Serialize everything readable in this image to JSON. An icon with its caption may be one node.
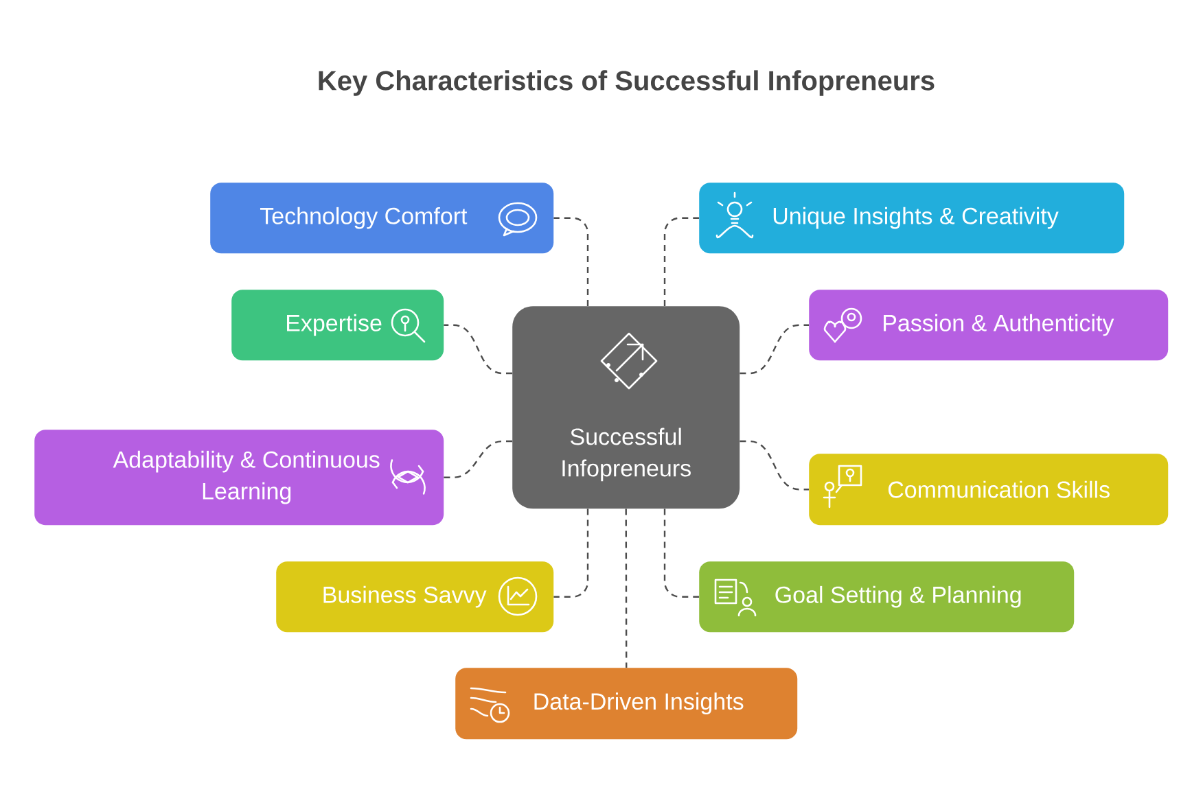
{
  "diagram": {
    "title": "Key Characteristics of Successful Infopreneurs",
    "nodes": [
      {
        "text": [
          "Successful Infopreneurs"
        ]
      },
      {
        "text": [
          "Technology Comfort"
        ]
      },
      {
        "text": [
          "Unique Insights & Creativity"
        ]
      },
      {
        "text": [
          "Expertise"
        ]
      },
      {
        "text": [
          "Passion & Authenticity"
        ]
      },
      {
        "text": [
          "Adaptability & Continuous Learning"
        ]
      },
      {
        "text": [
          "Communication Skills"
        ]
      },
      {
        "text": [
          "Business Savvy"
        ]
      },
      {
        "text": [
          "Goal Setting & Planning"
        ]
      },
      {
        "text": [
          "Data-Driven Insights"
        ]
      }
    ],
    "edges": [
      {
        "from": 0,
        "to": 1,
        "arrow": "none"
      },
      {
        "from": 0,
        "to": 2,
        "arrow": "none"
      },
      {
        "from": 0,
        "to": 3,
        "arrow": "none"
      },
      {
        "from": 0,
        "to": 4,
        "arrow": "none"
      },
      {
        "from": 0,
        "to": 5,
        "arrow": "none"
      },
      {
        "from": 0,
        "to": 6,
        "arrow": "none"
      },
      {
        "from": 0,
        "to": 7,
        "arrow": "none"
      },
      {
        "from": 0,
        "to": 8,
        "arrow": "none"
      },
      {
        "from": 0,
        "to": 9,
        "arrow": "none"
      }
    ]
  }
}
